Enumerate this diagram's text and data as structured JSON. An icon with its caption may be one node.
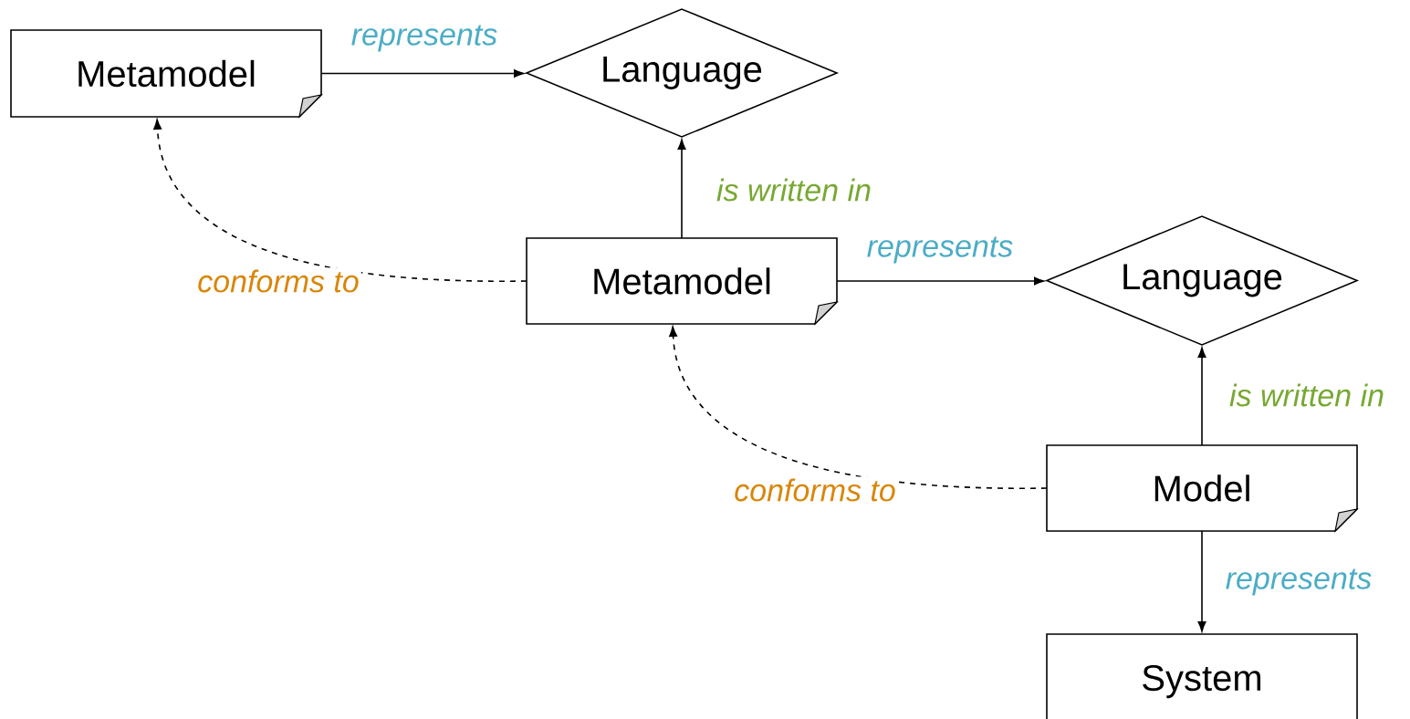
{
  "diagram": {
    "nodes": [
      {
        "text": [
          "Metamodel"
        ]
      },
      {
        "text": [
          "Language"
        ]
      },
      {
        "text": [
          "Metamodel"
        ]
      },
      {
        "text": [
          "Language"
        ]
      },
      {
        "text": [
          "Model"
        ]
      },
      {
        "text": [
          "System"
        ]
      }
    ],
    "edges": [
      {
        "from": 0,
        "to": 1,
        "arrow": "to",
        "label": "represents"
      },
      {
        "from": 2,
        "to": 1,
        "arrow": "to",
        "label": "is written in"
      },
      {
        "from": 2,
        "to": 0,
        "arrow": "to",
        "label": "conforms to",
        "style": "dashed"
      },
      {
        "from": 2,
        "to": 3,
        "arrow": "to",
        "label": "represents"
      },
      {
        "from": 4,
        "to": 3,
        "arrow": "to",
        "label": "is written in"
      },
      {
        "from": 4,
        "to": 2,
        "arrow": "to",
        "label": "conforms to",
        "style": "dashed"
      },
      {
        "from": 4,
        "to": 5,
        "arrow": "to",
        "label": "represents"
      }
    ]
  }
}
